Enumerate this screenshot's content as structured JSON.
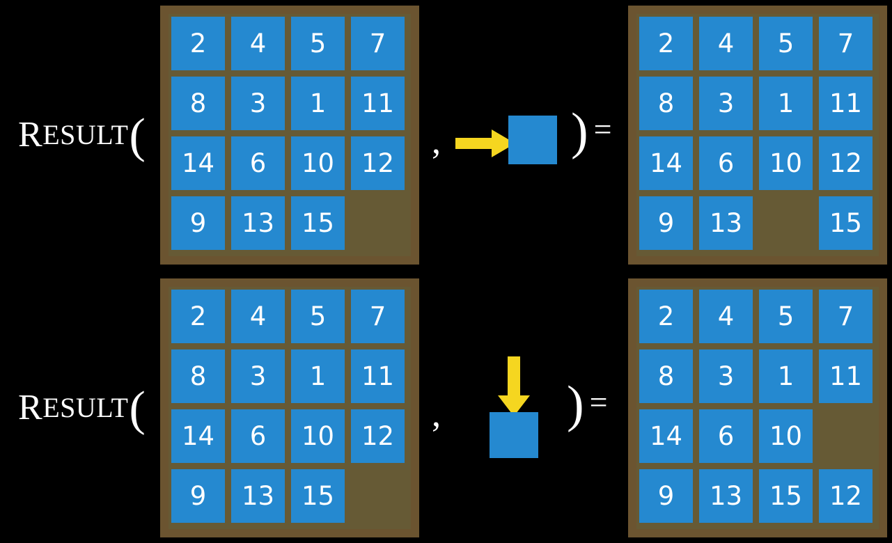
{
  "page": {
    "background_color": "#000000",
    "tile_color": "#2589d0",
    "frame_color": "#6b5430",
    "well_color": "#665a35",
    "arrow_color": "#f5d620",
    "text_color": "#ffffff"
  },
  "equations": [
    {
      "id": "equation-slide-right",
      "label": {
        "first_letter": "R",
        "rest": "ESULT",
        "open_paren": "("
      },
      "separator": ",",
      "close": ")",
      "equals": "=",
      "action": {
        "name": "slide-right",
        "arrow_direction": "right",
        "arrow_glyph": "→",
        "square_label": ""
      },
      "input_board": {
        "name": "input-board-row1",
        "rows": [
          [
            "2",
            "4",
            "5",
            "7"
          ],
          [
            "8",
            "3",
            "1",
            "11"
          ],
          [
            "14",
            "6",
            "10",
            "12"
          ],
          [
            "9",
            "13",
            "15",
            ""
          ]
        ]
      },
      "output_board": {
        "name": "output-board-row1",
        "rows": [
          [
            "2",
            "4",
            "5",
            "7"
          ],
          [
            "8",
            "3",
            "1",
            "11"
          ],
          [
            "14",
            "6",
            "10",
            "12"
          ],
          [
            "9",
            "13",
            "",
            "15"
          ]
        ]
      }
    },
    {
      "id": "equation-slide-down",
      "label": {
        "first_letter": "R",
        "rest": "ESULT",
        "open_paren": "("
      },
      "separator": ",",
      "close": ")",
      "equals": "=",
      "action": {
        "name": "slide-down",
        "arrow_direction": "down",
        "arrow_glyph": "↓",
        "square_label": ""
      },
      "input_board": {
        "name": "input-board-row2",
        "rows": [
          [
            "2",
            "4",
            "5",
            "7"
          ],
          [
            "8",
            "3",
            "1",
            "11"
          ],
          [
            "14",
            "6",
            "10",
            "12"
          ],
          [
            "9",
            "13",
            "15",
            ""
          ]
        ]
      },
      "output_board": {
        "name": "output-board-row2",
        "rows": [
          [
            "2",
            "4",
            "5",
            "7"
          ],
          [
            "8",
            "3",
            "1",
            "11"
          ],
          [
            "14",
            "6",
            "10",
            ""
          ],
          [
            "9",
            "13",
            "15",
            "12"
          ]
        ]
      }
    }
  ]
}
